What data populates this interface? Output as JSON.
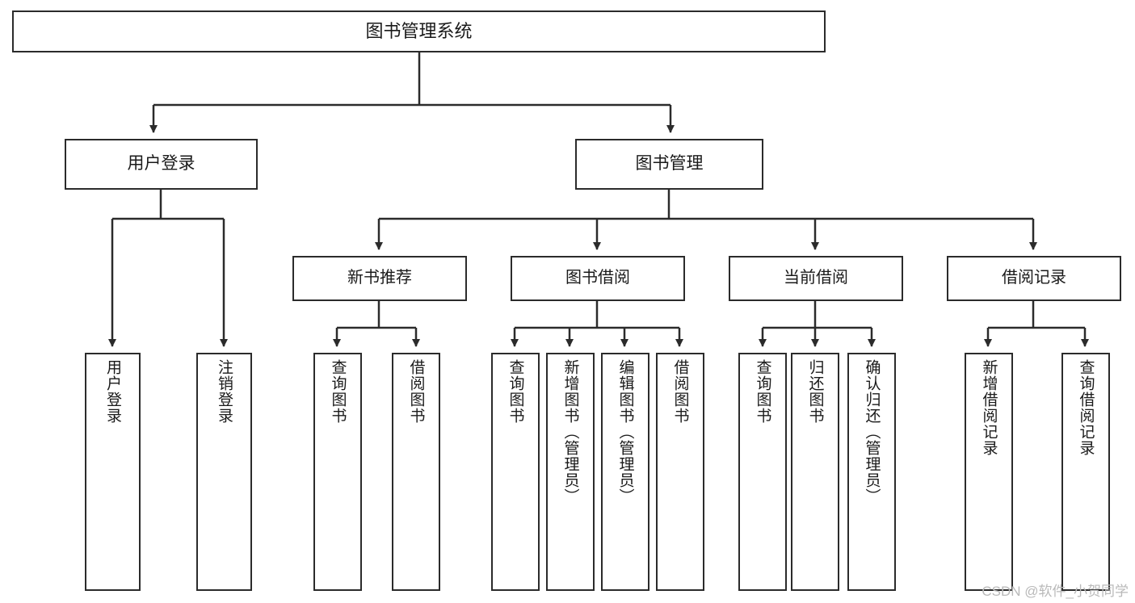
{
  "diagram": {
    "type": "tree-hierarchy-flowchart",
    "title": "图书管理系统",
    "colors": {
      "box_border": "#2b2b2b",
      "box_fill": "#ffffff",
      "connector": "#2b2b2b",
      "text": "#1a1a1a",
      "watermark": "#b9b9b9",
      "background": "#ffffff"
    },
    "root": {
      "label": "图书管理系统"
    },
    "level1": [
      {
        "label": "用户登录"
      },
      {
        "label": "图书管理"
      }
    ],
    "level2": [
      {
        "label": "新书推荐"
      },
      {
        "label": "图书借阅"
      },
      {
        "label": "当前借阅"
      },
      {
        "label": "借阅记录"
      }
    ],
    "leaves": {
      "user_login": [
        {
          "label": "用户登录"
        },
        {
          "label": "注销登录"
        }
      ],
      "new_book_recommend": [
        {
          "label": "查询图书"
        },
        {
          "label": "借阅图书"
        }
      ],
      "book_borrow": [
        {
          "label": "查询图书"
        },
        {
          "label": "新增图书（管理员）"
        },
        {
          "label": "编辑图书（管理员）"
        },
        {
          "label": "借阅图书"
        }
      ],
      "current_borrow": [
        {
          "label": "查询图书"
        },
        {
          "label": "归还图书"
        },
        {
          "label": "确认归还（管理员）"
        }
      ],
      "borrow_record": [
        {
          "label": "新增借阅记录"
        },
        {
          "label": "查询借阅记录"
        }
      ]
    }
  },
  "watermark": {
    "text": "CSDN @软件_小贺同学"
  }
}
